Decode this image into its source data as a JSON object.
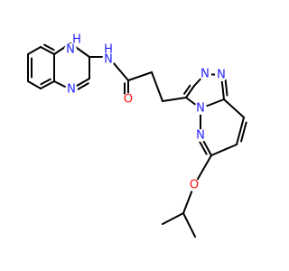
{
  "molecule": {
    "colors": {
      "bond": "#000000",
      "nitrogen": "#1f1fff",
      "oxygen": "#ff0d0d",
      "carbon": "#000000",
      "background": "#ffffff"
    },
    "atom_labels": {
      "nh_imidazole": "H",
      "n_imidazole_nh": "N",
      "n_imidazole": "N",
      "nh_amide_h": "H",
      "nh_amide": "N",
      "o_carbonyl": "O",
      "n_triazole_1": "N",
      "n_triazole_2": "N",
      "n_bridge": "N",
      "n_pyridazine": "N",
      "o_ether": "O"
    }
  }
}
